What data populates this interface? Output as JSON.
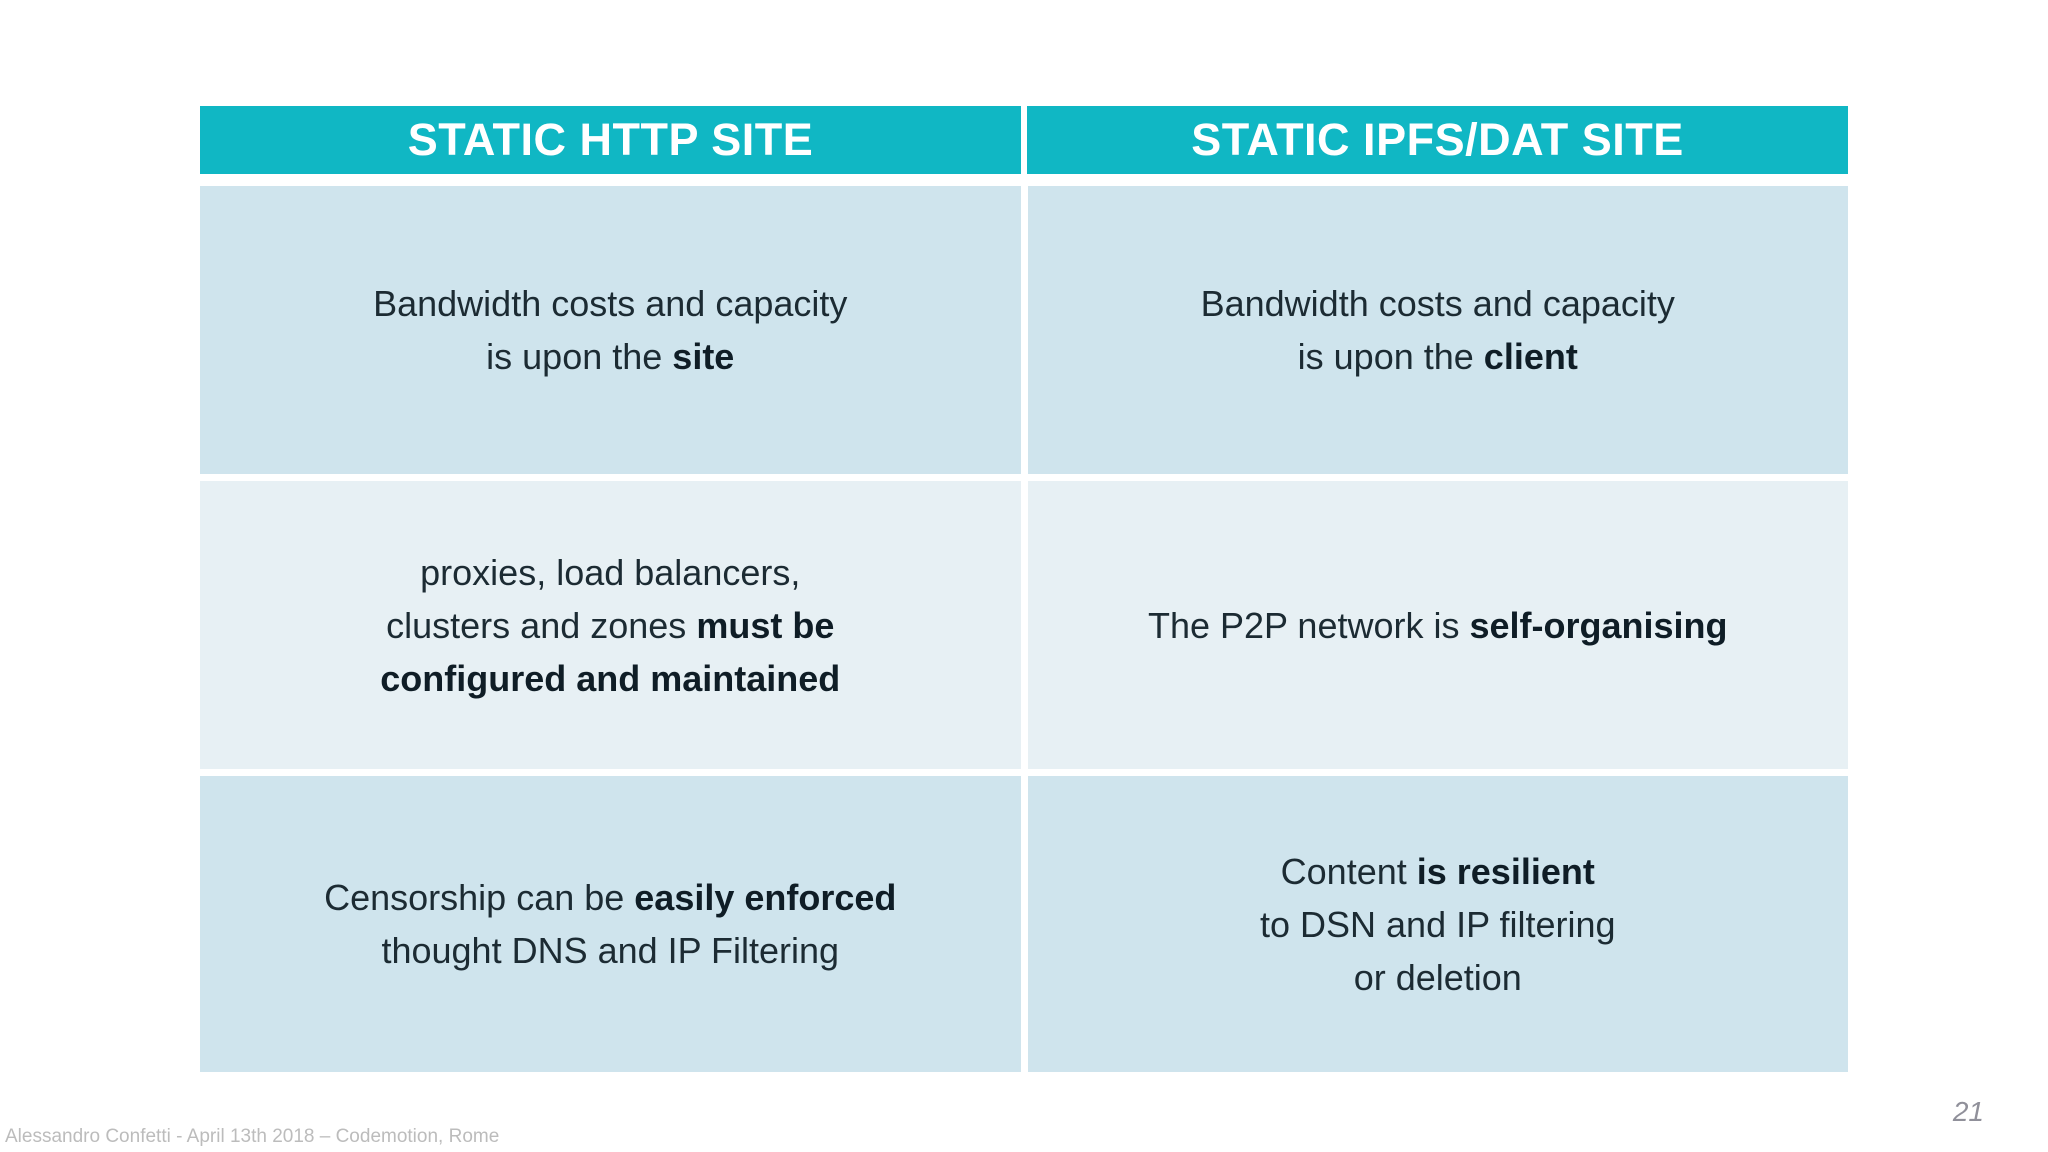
{
  "slide": {
    "footer": "Alessandro Confetti - April 13th 2018 – Codemotion, Rome",
    "page_number": "21"
  },
  "table": {
    "headers": [
      {
        "label": "STATIC HTTP SITE"
      },
      {
        "label": "STATIC IPFS/DAT SITE"
      }
    ],
    "rows": [
      {
        "cells": [
          {
            "lines": [
              [
                {
                  "t": "Bandwidth costs and capacity"
                }
              ],
              [
                {
                  "t": "is upon the "
                },
                {
                  "t": "site",
                  "b": true
                }
              ]
            ]
          },
          {
            "lines": [
              [
                {
                  "t": "Bandwidth costs and capacity"
                }
              ],
              [
                {
                  "t": "is upon the "
                },
                {
                  "t": "client",
                  "b": true
                }
              ]
            ]
          }
        ]
      },
      {
        "cells": [
          {
            "lines": [
              [
                {
                  "t": "proxies, load balancers,"
                }
              ],
              [
                {
                  "t": "clusters and zones "
                },
                {
                  "t": "must be",
                  "b": true
                }
              ],
              [
                {
                  "t": "configured and maintained",
                  "b": true
                }
              ]
            ]
          },
          {
            "lines": [
              [
                {
                  "t": "The P2P network is "
                },
                {
                  "t": "self-organising",
                  "b": true
                }
              ]
            ]
          }
        ]
      },
      {
        "cells": [
          {
            "lines": [
              [
                {
                  "t": "Censorship can be "
                },
                {
                  "t": "easily enforced",
                  "b": true
                }
              ],
              [
                {
                  "t": "thought DNS and IP Filtering"
                }
              ]
            ]
          },
          {
            "lines": [
              [
                {
                  "t": "Content "
                },
                {
                  "t": "is resilient",
                  "b": true
                }
              ],
              [
                {
                  "t": "to DSN and IP filtering"
                }
              ],
              [
                {
                  "t": "or deletion"
                }
              ]
            ]
          }
        ]
      }
    ]
  },
  "colors": {
    "header_bg": "#10b7c4",
    "row_odd_bg": "#cfe4ed",
    "row_even_bg": "#e7f0f4",
    "text": "#1c2b33",
    "bold_text": "#0f1d26",
    "footer_text": "#bcbcbc",
    "page_number_text": "#90909a"
  }
}
